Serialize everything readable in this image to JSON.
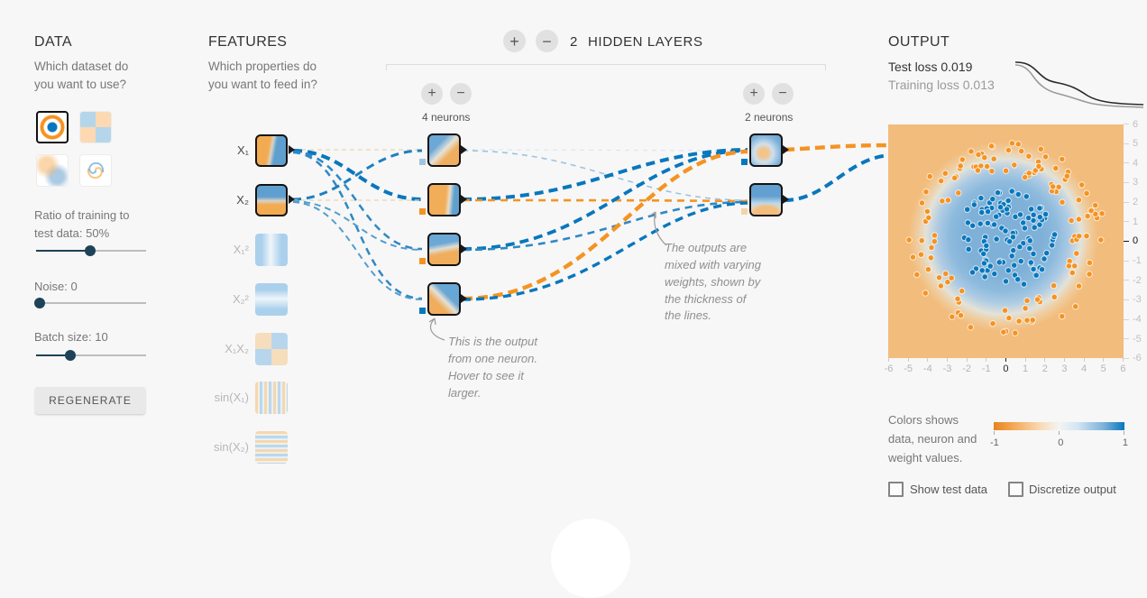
{
  "colors": {
    "orange": "#f59322",
    "blue": "#0877bd",
    "tan": "#e9d5b5",
    "light_blue": "#9ac4e2"
  },
  "data_panel": {
    "title": "DATA",
    "question": "Which dataset do you want to use?",
    "datasets": [
      {
        "name": "circle",
        "selected": true
      },
      {
        "name": "exclusive-or",
        "selected": false
      },
      {
        "name": "gaussian",
        "selected": false
      },
      {
        "name": "spiral",
        "selected": false
      }
    ],
    "ratio_label": "Ratio of training to test data:",
    "ratio_value": "50%",
    "noise_label": "Noise:",
    "noise_value": "0",
    "batch_label": "Batch size:",
    "batch_value": "10",
    "regenerate_label": "REGENERATE"
  },
  "features_panel": {
    "title": "FEATURES",
    "question": "Which properties do you want to feed in?",
    "features": [
      {
        "label": "X₁",
        "active": true
      },
      {
        "label": "X₂",
        "active": true
      },
      {
        "label": "X₁²",
        "active": false
      },
      {
        "label": "X₂²",
        "active": false
      },
      {
        "label": "X₁X₂",
        "active": false
      },
      {
        "label": "sin(X₁)",
        "active": false
      },
      {
        "label": "sin(X₂)",
        "active": false
      }
    ]
  },
  "network": {
    "plus": "+",
    "minus": "−",
    "layer_count": "2",
    "layers_label": "HIDDEN LAYERS",
    "layer1_neurons": "4 neurons",
    "layer2_neurons": "2 neurons",
    "annotation_neuron": [
      "This is the output",
      "from one neuron.",
      "Hover to see it",
      "larger."
    ],
    "annotation_weights": [
      "The outputs are",
      "mixed with varying",
      "weights, shown by",
      "the thickness of",
      "the lines."
    ]
  },
  "output_panel": {
    "title": "OUTPUT",
    "test_loss_label": "Test loss",
    "test_loss_value": "0.019",
    "training_loss_label": "Training loss",
    "training_loss_value": "0.013",
    "x_ticks": [
      "-6",
      "-5",
      "-4",
      "-3",
      "-2",
      "-1",
      "0",
      "1",
      "2",
      "3",
      "4",
      "5",
      "6"
    ],
    "y_ticks": [
      "6",
      "5",
      "4",
      "3",
      "2",
      "1",
      "0",
      "-1",
      "-2",
      "-3",
      "-4",
      "-5",
      "-6"
    ],
    "colors_note": [
      "Colors shows",
      "data, neuron and",
      "weight values."
    ],
    "colorbar": {
      "min": "-1",
      "mid": "0",
      "max": "1"
    },
    "show_test_data_label": "Show test data",
    "discretize_label": "Discretize output",
    "scatter": {
      "blue_count": 110,
      "orange_count": 125
    }
  }
}
